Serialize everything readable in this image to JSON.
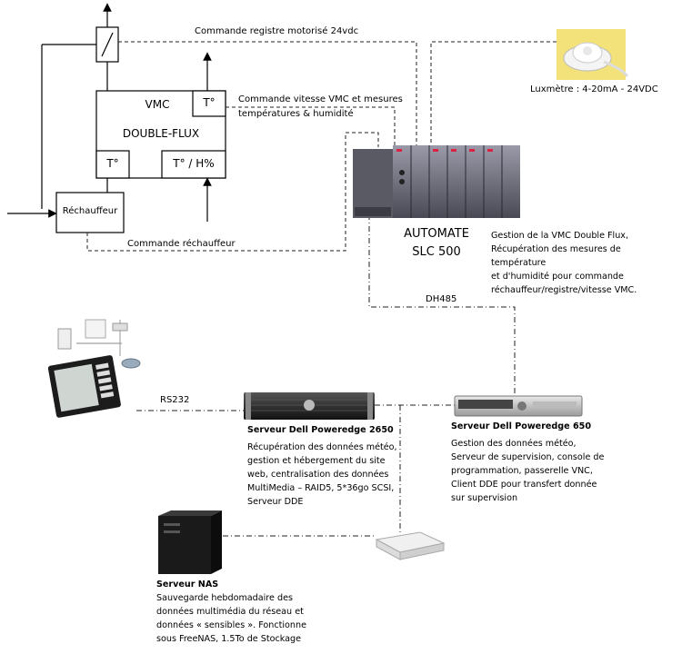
{
  "cvc": {
    "vmc_label": "VMC",
    "double_flux_label": "DOUBLE-FLUX",
    "temp_label": "T°",
    "temp_right_label": "T°",
    "temp_hum_label": "T° / H%",
    "rechauffeur_label": "Réchauffeur",
    "damper_symbol": "/"
  },
  "links": {
    "registre": "Commande registre motorisé 24vdc",
    "vitesse_line1": "Commande vitesse VMC et mesures",
    "vitesse_line2": "températures & humidité",
    "rechauffeur": "Commande réchauffeur",
    "dh485": "DH485",
    "rs232": "RS232"
  },
  "luxmetre": {
    "label": "Luxmètre : 4-20mA - 24VDC"
  },
  "automate": {
    "title_line1": "AUTOMATE",
    "title_line2": "SLC 500",
    "desc_line1": "Gestion de la VMC Double Flux,",
    "desc_line2": "Récupération des mesures de température",
    "desc_line3": "et d'humidité pour commande",
    "desc_line4": "réchauffeur/registre/vitesse VMC."
  },
  "server_2650": {
    "title": "Serveur Dell Poweredge 2650",
    "desc": [
      "Récupération des données météo,",
      "gestion et hébergement du site",
      "web, centralisation des données",
      "MultiMedia – RAID5, 5*36go SCSI,",
      "Serveur DDE"
    ]
  },
  "server_650": {
    "title": "Serveur Dell Poweredge 650",
    "desc": [
      "Gestion des données météo,",
      "Serveur de supervision, console de",
      "programmation, passerelle VNC,",
      "Client DDE pour transfert donnée",
      "sur supervision"
    ]
  },
  "nas": {
    "title": "Serveur NAS",
    "desc": [
      "Sauvegarde hebdomadaire des",
      "données multimédia du réseau et",
      "données « sensibles ». Fonctionne",
      "sous FreeNAS, 1.5To de Stockage"
    ]
  },
  "colors": {
    "line": "#000000",
    "plc_body": "#6b6b78",
    "server_body": "#2a2a2a",
    "luxmetre_bg": "#f3e27a"
  }
}
